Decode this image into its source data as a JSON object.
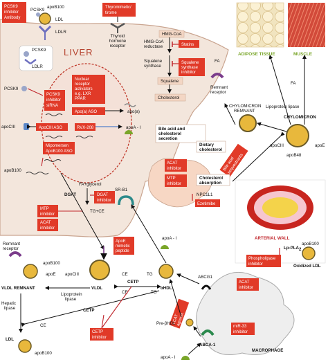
{
  "liver_title": "LIVER",
  "drugs": {
    "pcsk9_antibody": [
      "PCSK9",
      "inhibitor",
      "Antibody"
    ],
    "thyromimetic": [
      "Thyromimetic/",
      "tirome"
    ],
    "statins": [
      "Statins"
    ],
    "squalene_inhibitor": [
      "Squalene",
      "synthase",
      "inhibitor"
    ],
    "pcsk9_sirna": [
      "PCSK9",
      "inhibitor",
      "siRNA"
    ],
    "nuclear_receptor": [
      "Nuclear",
      "receptor",
      "activators",
      "e.g. LXR",
      "PPAR"
    ],
    "apoa_aso": [
      "Apo(a) ASO"
    ],
    "apociii_aso": [
      "ApoCIII ASO"
    ],
    "rvx208": [
      "RVX-208"
    ],
    "mipomersen": [
      "Mipomersen",
      "ApoB100 ASO"
    ],
    "acat_liver": [
      "ACAT",
      "inhibitor"
    ],
    "mtp_liver": [
      "MTP",
      "inhibitor"
    ],
    "dgat": [
      "DGAT",
      "inhibitor"
    ],
    "mtp_left": [
      "MTP",
      "inhibitor"
    ],
    "acat_left": [
      "ACAT",
      "inhibitor"
    ],
    "bile_seq": [
      "Bile acid",
      "sequestrants"
    ],
    "ezetimibe": [
      "Ezetimibe"
    ],
    "apoe_mimetic": [
      "ApoE",
      "mimetic",
      "peptide"
    ],
    "cetp_inhib": [
      "CETP",
      "inhibitor"
    ],
    "lcat": [
      "LCAT",
      "agonist"
    ],
    "acat_macro": [
      "ACAT",
      "inhibitor"
    ],
    "mir33": [
      "miR-33",
      "inhibitor"
    ],
    "phospholipase": [
      "Phospholipase",
      "inhibitor"
    ]
  },
  "labels": {
    "pcsk9_top": "PCSK9",
    "apob100_top": "apoB100",
    "ldl_top": "LDL",
    "ldlr_top": "LDLR",
    "thyroid": [
      "Thyroid",
      "hormone",
      "receptor"
    ],
    "hmgcoa": "HMG-CoA",
    "hmgcoa_red": [
      "HMG-CoA",
      "reductase"
    ],
    "squalene_syn": [
      "Squalene",
      "synthase"
    ],
    "squalene": "Squalene",
    "cholesterol": "Cholesterol",
    "pcsk9_inset": "PCSK9",
    "ldlr_inset": "LDLR",
    "pcsk9_left": "PCSK9",
    "apoa_paren": "apo(a)",
    "apociii_left": "apoCIII",
    "apoa1_nucleus": "apoA - I",
    "apob100_liver": "apoB100",
    "dgat": "DGAT",
    "fa_glycerol": "FA+glycerol",
    "tg_ce": "TG+CE",
    "remnant_receptor_left": [
      "Remnant",
      "receptor"
    ],
    "apob100_mid": "apoB100",
    "apocii_mid": "apoCIII",
    "apoe_mid": "apoE",
    "sr_b1": "SR-B1",
    "bile_acid_sec": [
      "Bile acid and",
      "cholesterol",
      "secretion"
    ],
    "dietary_chol": [
      "Dietary",
      "cholesterol"
    ],
    "chol_absorption": [
      "Cholesterol",
      "absorption"
    ],
    "npc1l1": "NPC1L1",
    "remnant_receptor_right": [
      "Remnant",
      "receptor"
    ],
    "fa1": "FA",
    "fa2": "FA",
    "chylo_remnant": [
      "CHYLOMICRON",
      "REMNANT"
    ],
    "lipoprotein_lipase_top": "Lipoprotein lipase",
    "chylomicron": "CHYLOMICRON",
    "apociii_right": "apoCIII",
    "apoe_right": "apoE",
    "apob48": "apoB48",
    "adipose": "ADIPOSE TISSUE",
    "muscle": "MUSCLE",
    "arterial_wall": "ARTERIAL WALL",
    "lp_pla2": "Lp-PLA",
    "lp_sub": "2",
    "apob100_ox": "apoB100",
    "oxidized_ldl": "Oxidized LDL",
    "vldl_remnant": "VLDL REMNANT",
    "vldl": "VLDL",
    "lipoprotein_lipase_mid": [
      "Lipoprotein",
      "lipase"
    ],
    "ce1": "CE",
    "tg1": "TG",
    "cetp1": "CETP",
    "ce2": "CE",
    "tg2": "TG",
    "cetp2": "CETP",
    "hepatic_lipase": [
      "Hepatic",
      "lipase"
    ],
    "ce3": "CE",
    "ldl_bottom": "LDL",
    "apob100_bottom": "apoB100",
    "apoa1_right": "apoA - I",
    "alpha_hdl": "αHDL",
    "abcg1": "ABCG1",
    "pre_hdl": "Pre-βHDL",
    "abca1": "ABCA-1",
    "apoa1_bottom": "apoA - I",
    "macrophage": "MACROPHAGE"
  },
  "colors": {
    "drug_red": "#e13a28",
    "liver_tan": "#f3e6dc",
    "liver_line": "#c9a48f",
    "nucleus_fill": "#f4e1d8",
    "nucleus_line": "#c0392b",
    "green": "#7aa62a",
    "blue": "#2a67c8",
    "lipo_yellow": "#e8b83c",
    "lipo_rim": "#6a5a28"
  }
}
